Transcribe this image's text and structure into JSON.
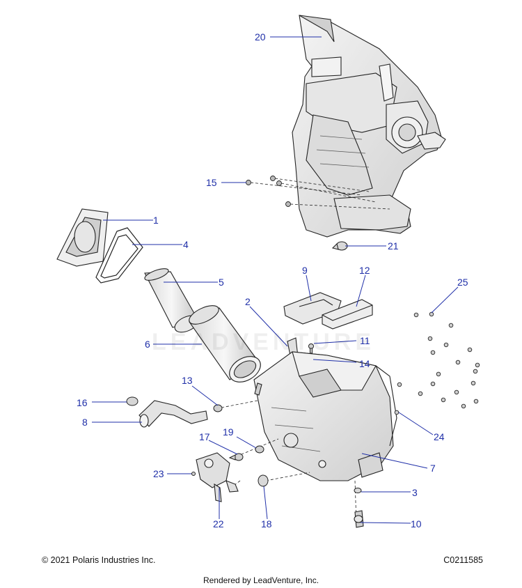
{
  "diagram": {
    "watermark_text": "LEADVENTURE",
    "callouts": [
      {
        "id": "1",
        "label": "1"
      },
      {
        "id": "2",
        "label": "2"
      },
      {
        "id": "3",
        "label": "3"
      },
      {
        "id": "4",
        "label": "4"
      },
      {
        "id": "5",
        "label": "5"
      },
      {
        "id": "6",
        "label": "6"
      },
      {
        "id": "7",
        "label": "7"
      },
      {
        "id": "8",
        "label": "8"
      },
      {
        "id": "9",
        "label": "9"
      },
      {
        "id": "10",
        "label": "10"
      },
      {
        "id": "11",
        "label": "11"
      },
      {
        "id": "12",
        "label": "12"
      },
      {
        "id": "13",
        "label": "13"
      },
      {
        "id": "14",
        "label": "14"
      },
      {
        "id": "15",
        "label": "15"
      },
      {
        "id": "16",
        "label": "16"
      },
      {
        "id": "17",
        "label": "17"
      },
      {
        "id": "18",
        "label": "18"
      },
      {
        "id": "19",
        "label": "19"
      },
      {
        "id": "20",
        "label": "20"
      },
      {
        "id": "21",
        "label": "21"
      },
      {
        "id": "22",
        "label": "22"
      },
      {
        "id": "23",
        "label": "23"
      },
      {
        "id": "24",
        "label": "24"
      },
      {
        "id": "25",
        "label": "25"
      }
    ]
  },
  "footer": {
    "copyright": "© 2021 Polaris Industries Inc.",
    "diagram_code": "C0211585",
    "rendered_by": "Rendered by LeadVenture, Inc."
  },
  "colors": {
    "callout_text": "#1f2fa8",
    "leader_line": "#1f2fa8",
    "part_stroke": "#222222",
    "part_fill": "#e9e9e9"
  }
}
